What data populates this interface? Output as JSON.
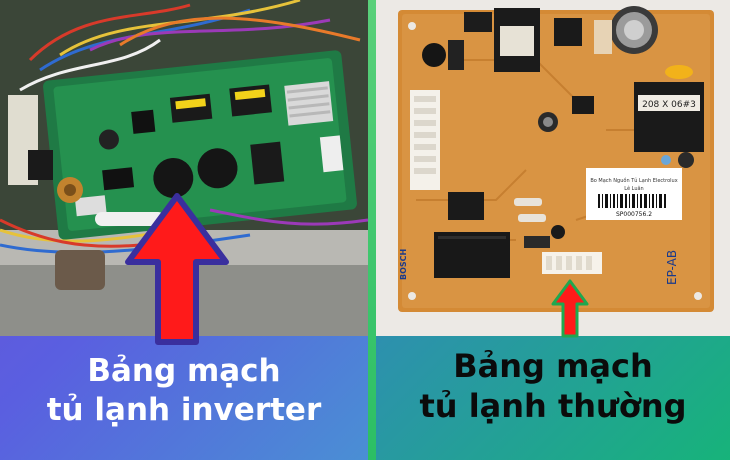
{
  "left": {
    "caption_line1": "Bảng mạch",
    "caption_line2": "tủ lạnh inverter"
  },
  "right": {
    "caption_line1": "Bảng mạch",
    "caption_line2": "tủ lạnh thường",
    "label_line1": "Bo Mạch Nguồn Tủ Lạnh Electrolux",
    "label_line2": "Lê Luân",
    "label_code": "SP000756.2",
    "board_text": "EP-AB",
    "brand_text": "BOSCH",
    "transformer_text": "208 X 06#3"
  },
  "colors": {
    "left_bg": "#6b4fd6",
    "right_bg": "#17b37a",
    "divider": "#2bbf64",
    "arrow_red": "#ff1a1a",
    "arrow_outline_left": "#3a2f9e",
    "arrow_outline_right": "#1fa84f"
  }
}
